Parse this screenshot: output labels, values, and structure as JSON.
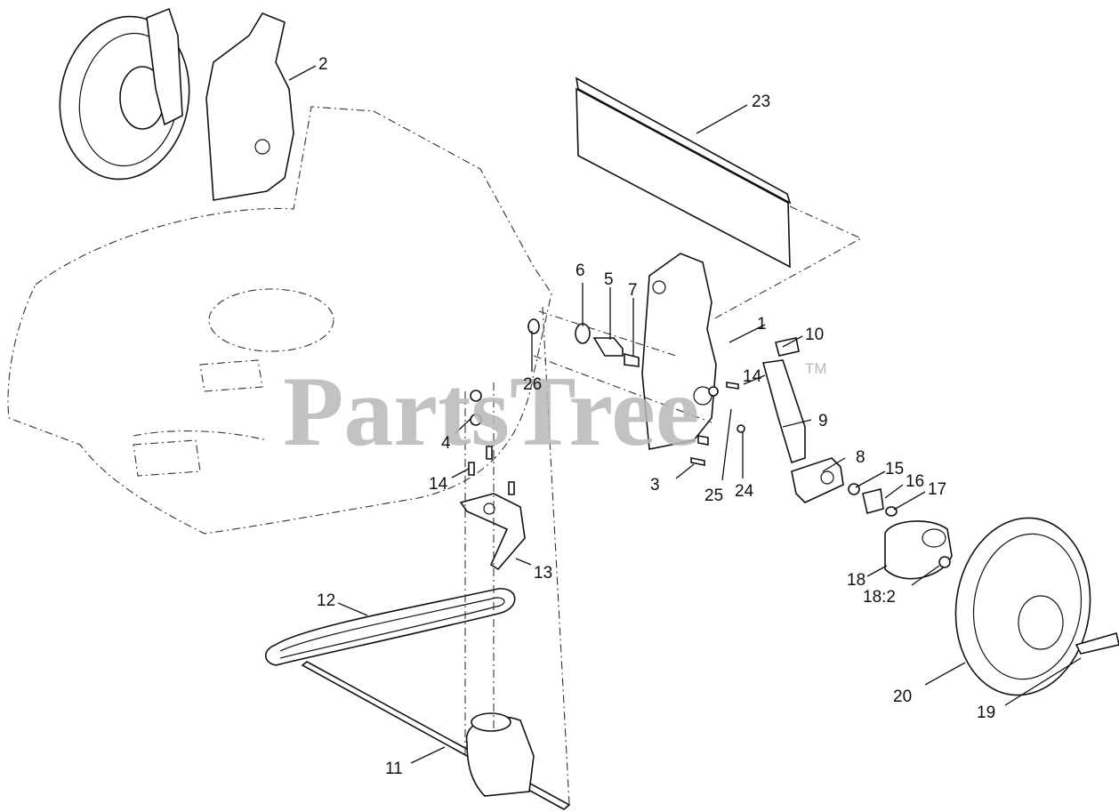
{
  "watermark": {
    "text": "PartsTree",
    "trademark": "TM"
  },
  "callouts": {
    "c1": "1",
    "c2": "2",
    "c3": "3",
    "c4": "4",
    "c5": "5",
    "c6": "6",
    "c7": "7",
    "c8": "8",
    "c9": "9",
    "c10": "10",
    "c11": "11",
    "c12": "12",
    "c13": "13",
    "c14a": "14",
    "c14b": "14",
    "c15": "15",
    "c16": "16",
    "c17": "17",
    "c18": "18",
    "c18_2": "18:2",
    "c19": "19",
    "c20": "20",
    "c23": "23",
    "c24": "24",
    "c25": "25",
    "c26": "26"
  },
  "colors": {
    "line": "#111111",
    "watermark": "#b8b8b8",
    "background": "#ffffff"
  }
}
